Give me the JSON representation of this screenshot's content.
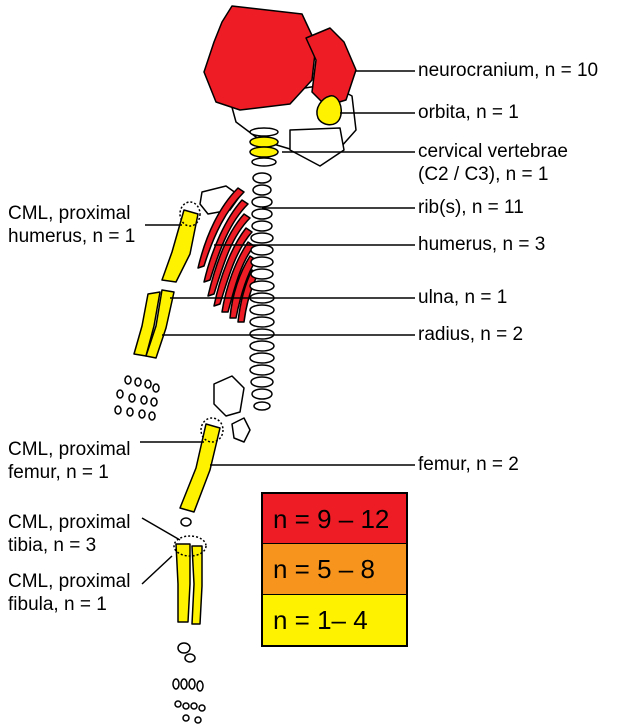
{
  "labels_right": {
    "neurocranium": "neurocranium, n = 10",
    "orbita": "orbita, n = 1",
    "cervical": "cervical vertebrae\n(C2 / C3), n = 1",
    "ribs": "rib(s), n = 11",
    "humerus": "humerus, n = 3",
    "ulna": "ulna, n = 1",
    "radius": "radius, n = 2",
    "femur": "femur, n = 2"
  },
  "labels_left": {
    "cml_humerus": "CML, proximal\nhumerus, n = 1",
    "cml_femur": "CML, proximal\nfemur, n = 1",
    "cml_tibia": "CML, proximal\ntibia, n = 3",
    "cml_fibula": "CML, proximal\nfibula, n = 1"
  },
  "legend": {
    "items": [
      {
        "label": "n = 9 – 12",
        "color": "#ee1c25"
      },
      {
        "label": "n = 5 – 8",
        "color": "#f7941d"
      },
      {
        "label": "n = 1– 4",
        "color": "#fff200"
      }
    ]
  },
  "colors": {
    "red": "#ee1c25",
    "yellow": "#fff200",
    "outline": "#000000"
  }
}
